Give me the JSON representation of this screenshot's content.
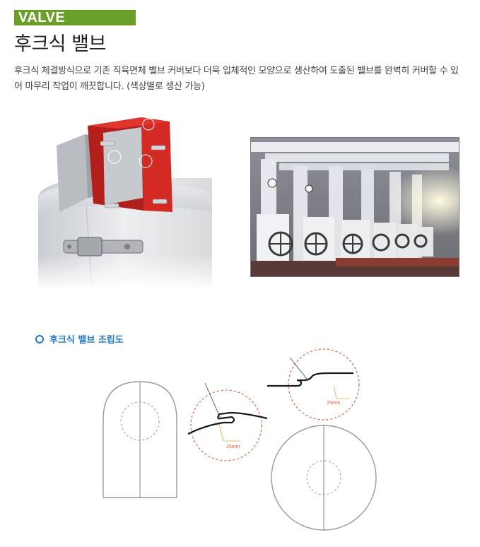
{
  "header": {
    "badge": "VALVE",
    "title": "후크식 밸브",
    "description": "후크식 체결방식으로 기존 직육면체 밸브 커버보다 더욱 입체적인 모양으로 생산하여 도출된 밸브를 완벽히 커버할 수 있어 마무리 작업이 깨끗합니다. (색상별로 생산 가능)"
  },
  "section": {
    "heading": "후크식 밸브 조립도"
  },
  "diagram": {
    "dim_left": "25mm",
    "dim_right": "25mm"
  },
  "colors": {
    "badge": "#6aa02a",
    "heading": "#1f78c8",
    "cover_red": "#d42a24",
    "dashed": "#e0603a"
  }
}
